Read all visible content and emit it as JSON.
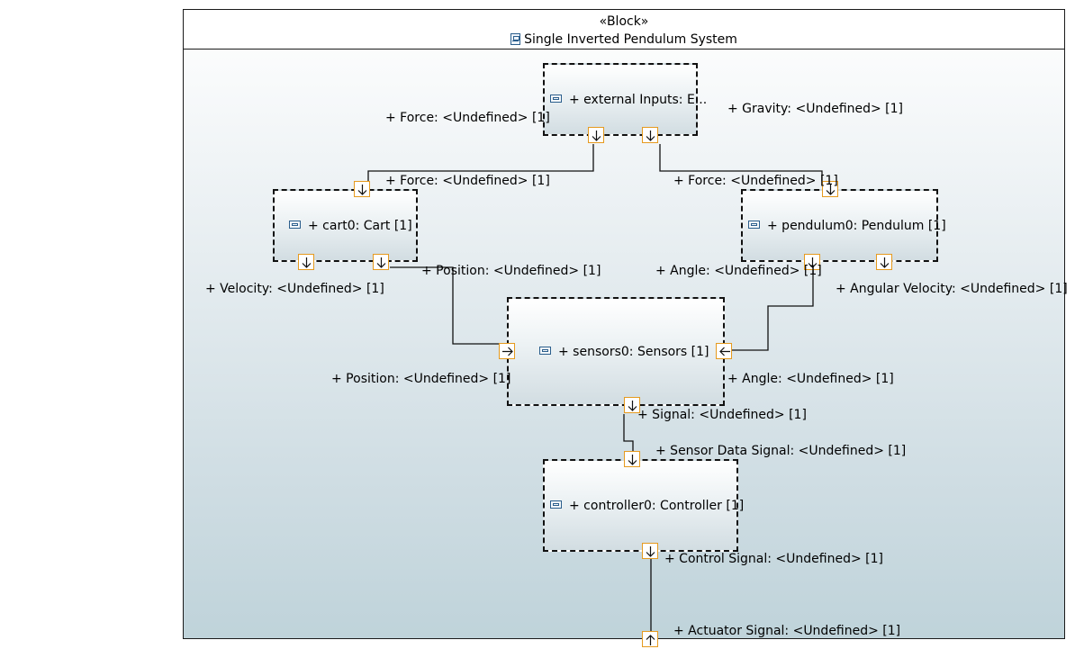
{
  "block": {
    "stereotype": "«Block»",
    "title": "Single Inverted Pendulum System"
  },
  "parts": {
    "external_inputs": "+ external Inputs: E...",
    "cart": "+ cart0: Cart [1]",
    "pendulum": "+ pendulum0: Pendulum [1]",
    "sensors": "+ sensors0: Sensors [1]",
    "controller": "+ controller0: Controller [1]"
  },
  "port_labels": {
    "ext_force": "+ Force: <Undefined> [1]",
    "ext_gravity": "+ Gravity: <Undefined> [1]",
    "cart_force": "+ Force: <Undefined> [1]",
    "pend_force": "+ Force: <Undefined> [1]",
    "cart_velocity": "+ Velocity: <Undefined> [1]",
    "cart_position": "+ Position: <Undefined> [1]",
    "pend_angle": "+ Angle: <Undefined> [1]",
    "pend_angular_velocity": "+ Angular Velocity: <Undefined> [1]",
    "sens_position": "+ Position: <Undefined> [1]",
    "sens_angle": "+ Angle: <Undefined> [1]",
    "sens_signal": "+ Signal: <Undefined> [1]",
    "ctrl_sensor_data": "+ Sensor Data Signal: <Undefined> [1]",
    "ctrl_control_signal": "+ Control Signal: <Undefined> [1]",
    "actuator_signal": "+ Actuator Signal: <Undefined> [1]"
  },
  "colors": {
    "port_border": "#e59a1f",
    "icon": "#2b5e8c"
  },
  "icons": {
    "block": "block-icon",
    "part": "part-icon",
    "port_in": "arrow-down-icon",
    "port_up": "arrow-up-icon",
    "port_right": "arrow-right-icon",
    "port_left": "arrow-left-icon"
  }
}
